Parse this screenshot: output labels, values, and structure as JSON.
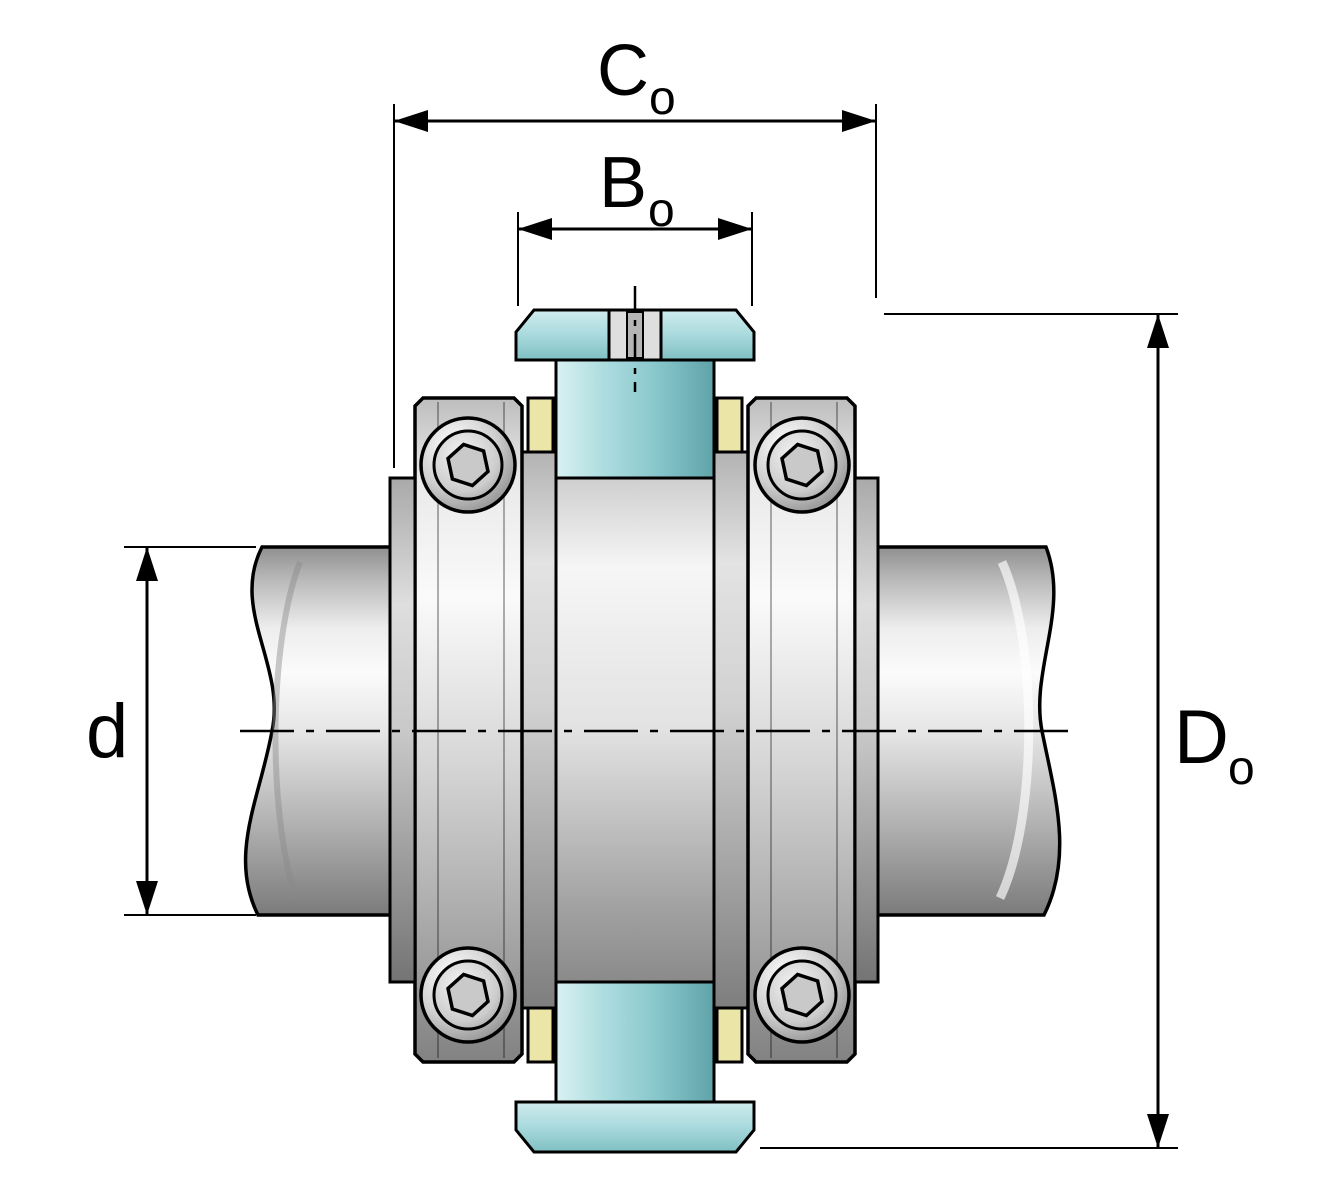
{
  "labels": {
    "outer_width": {
      "main": "C",
      "sub": "o"
    },
    "inner_width": {
      "main": "B",
      "sub": "o"
    },
    "shaft_diameter": {
      "main": "d"
    },
    "outer_diameter": {
      "main": "D",
      "sub": "o"
    }
  },
  "colors": {
    "background": "#ffffff",
    "outline": "#000000",
    "teal_light": "#cdeef0",
    "teal_mid": "#a9dade",
    "teal_dark": "#5fa3a9",
    "seal_yellow": "#ece5a8",
    "metal_light": "#fbfbfb",
    "metal_dark": "#7b7b7b"
  }
}
